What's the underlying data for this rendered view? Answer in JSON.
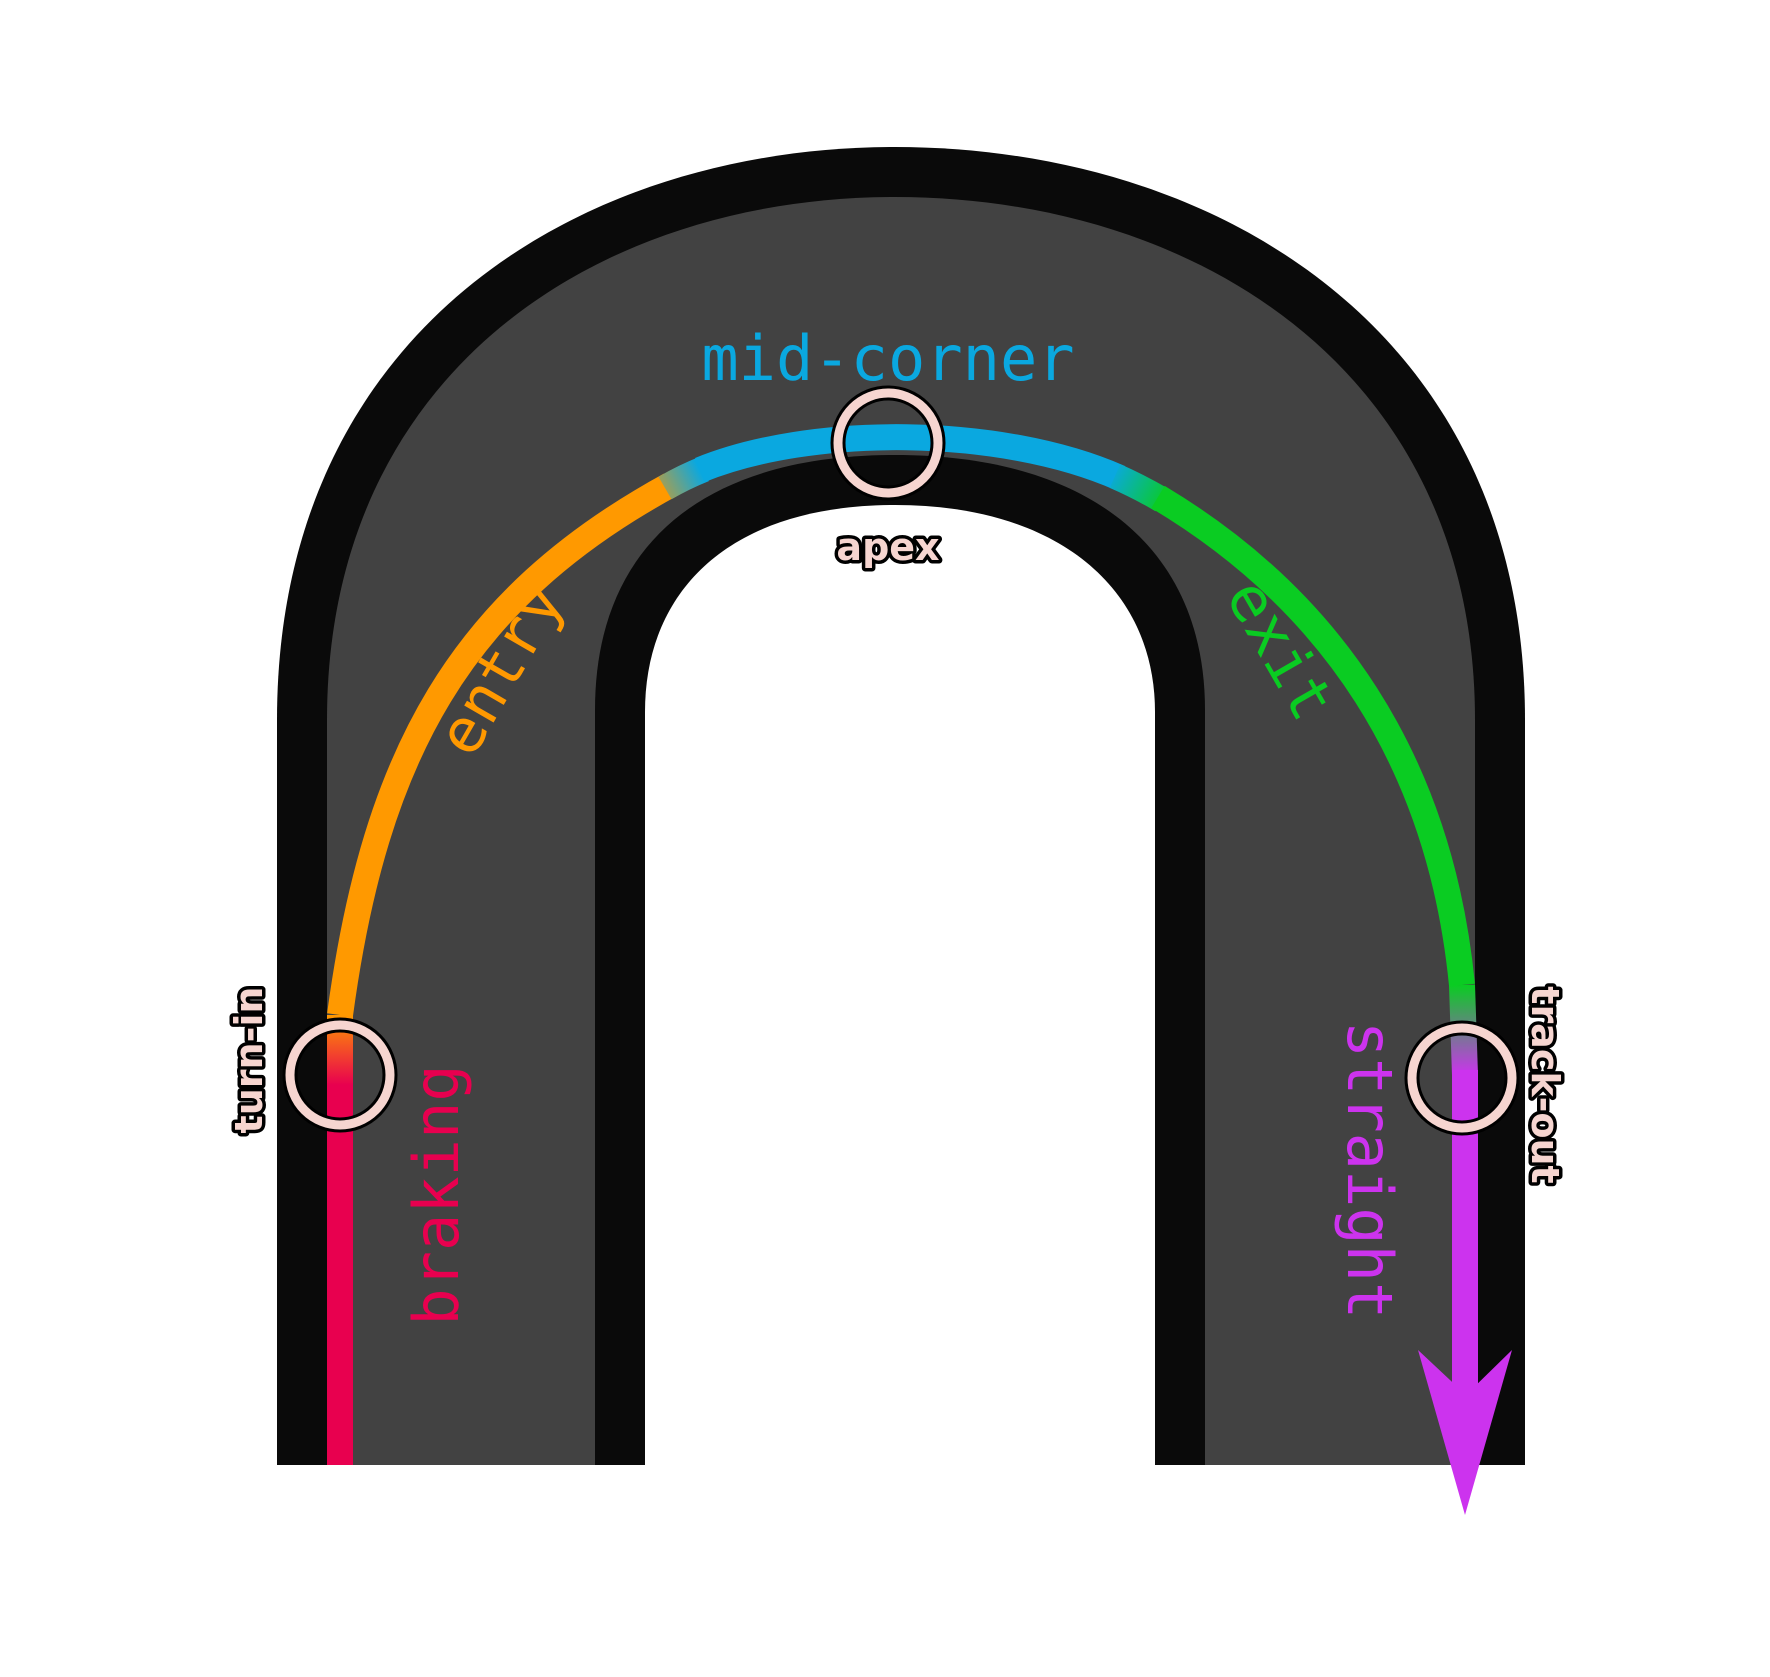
{
  "colors": {
    "background": "#ffffff",
    "track_surface": "#424242",
    "track_edge": "#0a0a0a",
    "marker": "#f6d5d0",
    "braking": "#e8004f",
    "entry": "#ff9900",
    "mid_corner": "#0aa8e0",
    "exit": "#0acc22",
    "straight": "#cc33ee"
  },
  "phases": {
    "braking": "braking",
    "entry": "entry",
    "mid_corner": "mid-corner",
    "exit": "exit",
    "straight": "straight"
  },
  "points": {
    "turn_in": "turn-in",
    "apex": "apex",
    "track_out": "track-out"
  }
}
